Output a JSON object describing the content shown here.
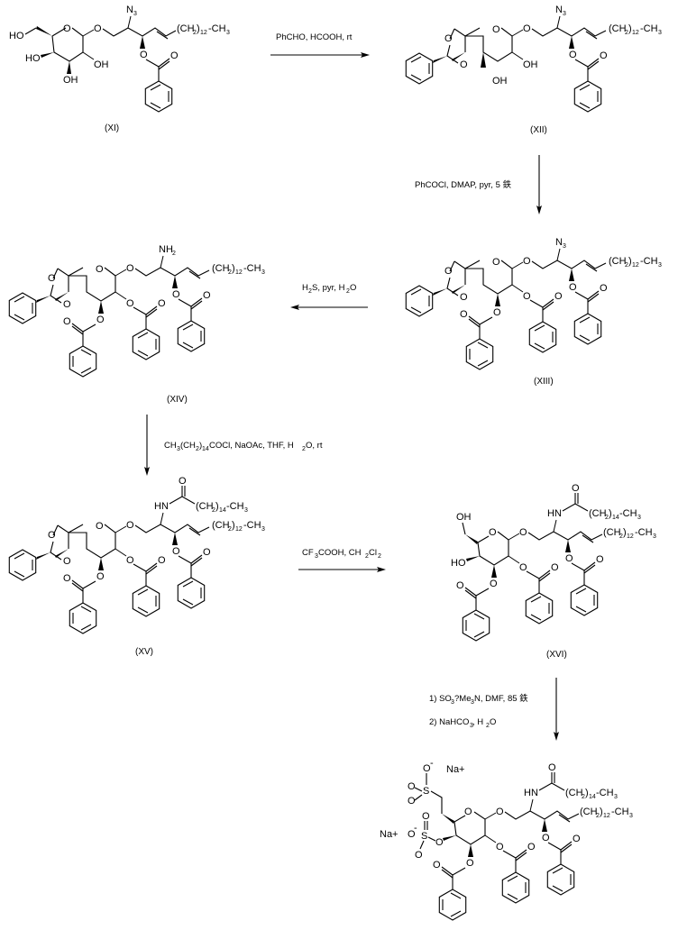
{
  "scheme": {
    "compounds": [
      {
        "id": "XI",
        "label": "(XI)",
        "substituents": {
          "azide": "N3",
          "chain": "(CH2)12-CH3",
          "hydroxyls": [
            "HO",
            "HO",
            "OH",
            "OH"
          ]
        }
      },
      {
        "id": "XII",
        "label": "(XII)",
        "substituents": {
          "azide": "N3",
          "chain": "(CH2)12-CH3",
          "hydroxyls": [
            "OH",
            "OH"
          ]
        }
      },
      {
        "id": "XIII",
        "label": "(XIII)",
        "substituents": {
          "azide": "N3",
          "chain": "(CH2)12-CH3"
        }
      },
      {
        "id": "XIV",
        "label": "(XIV)",
        "substituents": {
          "amine": "NH2",
          "chain": "(CH2)12-CH3"
        }
      },
      {
        "id": "XV",
        "label": "(XV)",
        "substituents": {
          "amide": "HN",
          "acyl": "(CH2)14-CH3",
          "chain": "(CH2)12-CH3"
        }
      },
      {
        "id": "XVI",
        "label": "(XVI)",
        "substituents": {
          "amide": "HN",
          "acyl": "(CH2)14-CH3",
          "chain": "(CH2)12-CH3",
          "hydroxyls": [
            "OH",
            "HO"
          ]
        }
      },
      {
        "id": "XVII",
        "label": "",
        "substituents": {
          "amide": "HN",
          "acyl": "(CH2)14-CH3",
          "chain": "(CH2)12-CH3",
          "counterions": [
            "Na+",
            "Na+"
          ]
        }
      }
    ],
    "reactions": [
      {
        "from": "XI",
        "to": "XII",
        "direction": "right",
        "conditions": [
          "PhCHO, HCOOH, rt"
        ]
      },
      {
        "from": "XII",
        "to": "XIII",
        "direction": "down",
        "conditions": [
          "PhCOCl, DMAP, pyr, 5 鉄"
        ]
      },
      {
        "from": "XIII",
        "to": "XIV",
        "direction": "left",
        "conditions": [
          "H2S, pyr, H2O"
        ]
      },
      {
        "from": "XIV",
        "to": "XV",
        "direction": "down",
        "conditions": [
          "CH3(CH2)14COCl, NaOAc, THF, H2O, rt"
        ]
      },
      {
        "from": "XV",
        "to": "XVI",
        "direction": "right",
        "conditions": [
          "CF3COOH, CH2Cl2"
        ]
      },
      {
        "from": "XVI",
        "to": "XVII",
        "direction": "down",
        "conditions": [
          "1) SO3?Me3N, DMF, 85 鉄",
          "2) NaHCO3, H2O"
        ]
      }
    ]
  },
  "text": {
    "N": "N",
    "N3sub": "3",
    "NH": "NH",
    "H2sub": "2",
    "HN": "HN",
    "O": "O",
    "OH": "OH",
    "HO": "HO",
    "S": "S",
    "Na": "Na+",
    "minus": "-",
    "ch2": "(CH",
    "close": ")",
    "n12": "12",
    "n14": "14",
    "ch3": "-CH",
    "three": "3",
    "two": "2",
    "lab_XI": "(XI)",
    "lab_XII": "(XII)",
    "lab_XIII": "(XIII)",
    "lab_XIV": "(XIV)",
    "lab_XV": "(XV)",
    "lab_XVI": "(XVI)",
    "r1": "PhCHO, HCOOH, rt",
    "r2": "PhCOCl, DMAP, pyr, 5 鉄",
    "r3a": "H",
    "r3b": "2",
    "r3c": "S, pyr, H",
    "r3d": "2",
    "r3e": "O",
    "r4a": "CH",
    "r4b": "3",
    "r4c": "(CH",
    "r4d": "2",
    "r4e": ")",
    "r4f": "14",
    "r4g": "COCl, NaOAc, THF, H",
    "r4h": "2",
    "r4i": "O, rt",
    "r5a": "CF",
    "r5b": "3",
    "r5c": "COOH, CH",
    "r5d": "2",
    "r5e": "Cl",
    "r5f": "2",
    "r6a": "1) SO",
    "r6b": "3",
    "r6c": "?Me",
    "r6d": "3",
    "r6e": "N, DMF, 85 鉄",
    "r7a": "2) NaHCO",
    "r7b": "3",
    "r7c": ", H",
    "r7d": "2",
    "r7e": "O"
  }
}
